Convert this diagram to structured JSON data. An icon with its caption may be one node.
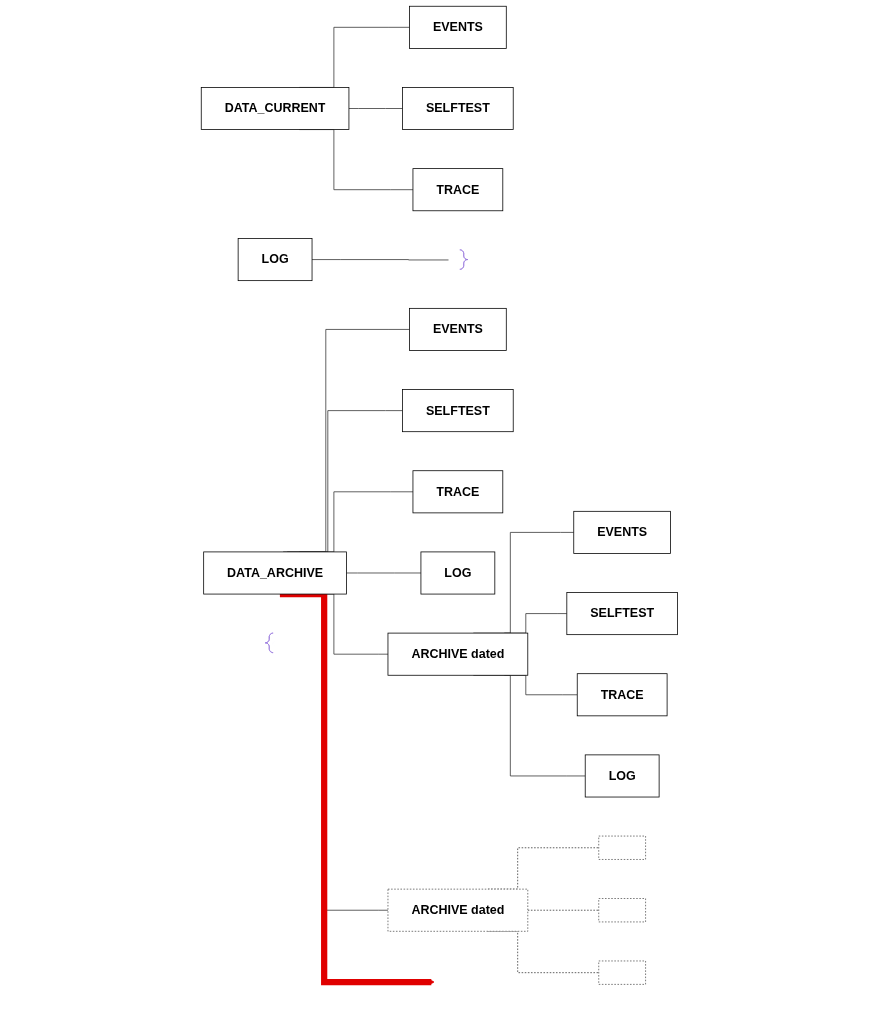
{
  "diagram": {
    "nodes": [
      {
        "text": [
          "DATA_CURRENT"
        ]
      },
      {
        "text": [
          "EVENTS"
        ]
      },
      {
        "text": [
          "SELFTEST"
        ]
      },
      {
        "text": [
          "TRACE"
        ]
      },
      {
        "text": [
          "LOG"
        ]
      },
      {
        "text": [],
        "shape": "brace"
      },
      {
        "text": [
          "DATA_ARCHIVE"
        ]
      },
      {
        "text": [
          "EVENTS"
        ]
      },
      {
        "text": [
          "SELFTEST"
        ]
      },
      {
        "text": [
          "TRACE"
        ]
      },
      {
        "text": [
          "LOG"
        ]
      },
      {
        "text": [],
        "shape": "brace"
      },
      {
        "text": [
          "ARCHIVE dated"
        ]
      },
      {
        "text": [
          "EVENTS"
        ]
      },
      {
        "text": [
          "SELFTEST"
        ]
      },
      {
        "text": [
          "TRACE"
        ]
      },
      {
        "text": [
          "LOG"
        ]
      },
      {
        "text": [
          "ARCHIVE dated"
        ]
      },
      {
        "text": [],
        "shape": "box"
      },
      {
        "text": [],
        "shape": "box"
      },
      {
        "text": [],
        "shape": "box"
      }
    ],
    "edges": [
      {
        "from": 0,
        "to": 1,
        "arrow": "none"
      },
      {
        "from": 0,
        "to": 2,
        "arrow": "none"
      },
      {
        "from": 0,
        "to": 3,
        "arrow": "none"
      },
      {
        "from": 4,
        "to": 5,
        "arrow": "none"
      },
      {
        "from": 6,
        "to": 7,
        "arrow": "none"
      },
      {
        "from": 6,
        "to": 8,
        "arrow": "none"
      },
      {
        "from": 6,
        "to": 9,
        "arrow": "none"
      },
      {
        "from": 6,
        "to": 10,
        "arrow": "none"
      },
      {
        "from": 6,
        "to": 12,
        "arrow": "none"
      },
      {
        "from": 6,
        "to": 17,
        "arrow": "none"
      },
      {
        "from": 12,
        "to": 13,
        "arrow": "none"
      },
      {
        "from": 12,
        "to": 14,
        "arrow": "none"
      },
      {
        "from": 12,
        "to": 15,
        "arrow": "none"
      },
      {
        "from": 12,
        "to": 16,
        "arrow": "none"
      },
      {
        "from": 17,
        "to": 18,
        "arrow": "none",
        "style": "dashed"
      },
      {
        "from": 17,
        "to": 19,
        "arrow": "none",
        "style": "dashed"
      },
      {
        "from": 17,
        "to": 20,
        "arrow": "none",
        "style": "dashed"
      },
      {
        "from": 6,
        "to": null,
        "arrow": "to",
        "style": "thick",
        "color": "#e00000"
      }
    ]
  }
}
